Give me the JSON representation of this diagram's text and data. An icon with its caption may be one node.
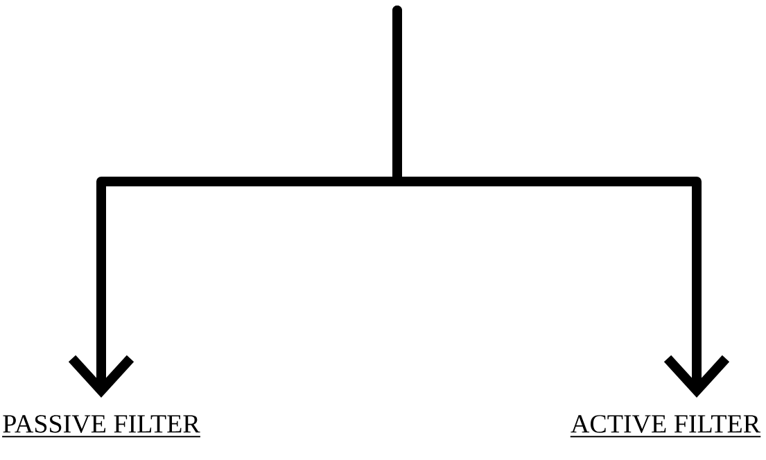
{
  "diagram": {
    "nodes": [
      {
        "text": [
          "PASSIVE FILTER"
        ]
      },
      {
        "text": [
          "ACTIVE FILTER"
        ]
      }
    ],
    "edges": [
      {
        "from": null,
        "to": 0,
        "arrow": "to"
      },
      {
        "from": null,
        "to": 1,
        "arrow": "to"
      }
    ]
  }
}
